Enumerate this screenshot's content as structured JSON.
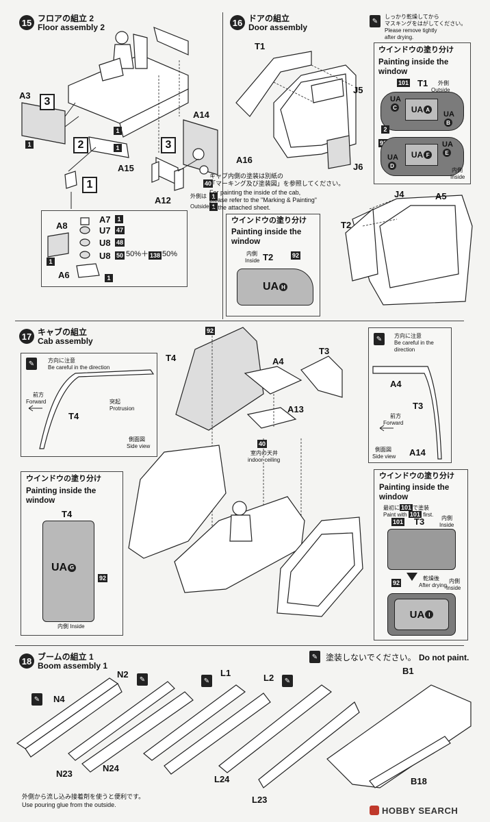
{
  "steps": {
    "s15": {
      "num": "15",
      "jp": "フロアの組立 2",
      "en": "Floor assembly 2"
    },
    "s16": {
      "num": "16",
      "jp": "ドアの組立",
      "en": "Door assembly"
    },
    "s17": {
      "num": "17",
      "jp": "キャブの組立",
      "en": "Cab assembly"
    },
    "s18": {
      "num": "18",
      "jp": "ブームの組立 1",
      "en": "Boom assembly 1"
    }
  },
  "floor": {
    "parts": {
      "a3": "A3",
      "a14": "A14",
      "a15": "A15",
      "a12": "A12"
    },
    "seq": [
      "3",
      "2",
      "1",
      "3"
    ],
    "color_1": "1",
    "color_40": "40",
    "outside_jp": "外側は",
    "outside_en": "Outside",
    "detail": {
      "a8": "A8",
      "a7": "A7",
      "u7": "U7",
      "u8a": "U8",
      "u8b": "U8",
      "a6": "A6",
      "c1": "1",
      "c47": "47",
      "c48": "48",
      "c50": "50",
      "pct1": "50%＋",
      "c138": "138",
      "pct2": "50%"
    }
  },
  "door": {
    "note_jp": "しっかり乾燥してから\nマスキングをはがしてください。",
    "note_en": "Please remove tightly\nafter drying.",
    "parts": {
      "t1": "T1",
      "j5": "J5",
      "a16": "A16",
      "j6": "J6",
      "j4": "J4",
      "a5": "A5",
      "t2": "T2"
    },
    "window1": {
      "title_jp": "ウインドウの塗り分け",
      "title_en": "Painting inside the\nwindow",
      "c101": "101",
      "t1": "T1",
      "outside_jp": "外側",
      "outside_en": "Outside",
      "c2": "2",
      "c92": "92",
      "ua_c": "UA",
      "ua_a": "UA",
      "ua_b": "UA",
      "ua_d": "UA",
      "ua_f": "UA",
      "ua_e": "UA",
      "circ_c": "C",
      "circ_a": "A",
      "circ_b": "B",
      "circ_d": "D",
      "circ_f": "F",
      "circ_e": "E",
      "inside_jp": "内側",
      "inside_en": "Inside"
    },
    "cab_note_jp": "キャブ内側の塗装は別紙の\n「マーキング及び塗装図」を参照してください。",
    "cab_note_en": "For painting the inside of the cab,\nplease refer to the \"Marking & Painting\"\non the attached sheet.",
    "window2": {
      "title_jp": "ウインドウの塗り分け",
      "title_en": "Painting inside the\nwindow",
      "inside_jp": "内側",
      "inside_en": "Inside",
      "t2": "T2",
      "c92": "92",
      "ua": "UA",
      "circ": "H"
    }
  },
  "cab": {
    "caution_jp": "方向に注意",
    "caution_en": "Be careful in the direction",
    "forward_jp": "前方",
    "forward_en": "Forward",
    "protrusion_jp": "突起",
    "protrusion_en": "Protrusion",
    "side_jp": "側面図",
    "side_en": "Side view",
    "t4_side": "T4",
    "parts": {
      "c92": "92",
      "t4": "T4",
      "a4": "A4",
      "t3": "T3",
      "a13": "A13",
      "c40": "40",
      "ceiling_jp": "室内の天井",
      "ceiling_en": "indoor ceiling"
    },
    "right_note": {
      "caution_jp": "方向に注意",
      "caution_en": "Be careful in the\ndirection",
      "a4": "A4",
      "t3": "T3",
      "forward_jp": "前方",
      "forward_en": "Forward",
      "side_jp": "側面図",
      "side_en": "Side view",
      "a14": "A14"
    },
    "window_g": {
      "title_jp": "ウインドウの塗り分け",
      "title_en": "Painting inside the\nwindow",
      "t4": "T4",
      "ua": "UA",
      "circ": "G",
      "c92": "92",
      "inside_jp": "内側",
      "inside_en": "Inside"
    },
    "window_i": {
      "title_jp": "ウインドウの塗り分け",
      "title_en": "Painting inside the\nwindow",
      "first_jp": "最初に",
      "first_c": "101",
      "first_jp2": "で塗装",
      "first_en": "Paint with",
      "first_en_c": "101",
      "first_en2": "first.",
      "c101": "101",
      "t3": "T3",
      "inside_jp": "内側",
      "inside_en": "Inside",
      "c92": "92",
      "after_jp": "乾燥後",
      "after_en": "After drying",
      "ua": "UA",
      "circ": "I"
    }
  },
  "boom": {
    "nopaint_jp": "塗装しないでください。",
    "nopaint_en": "Do not paint.",
    "parts": {
      "n4": "N4",
      "n2": "N2",
      "l1": "L1",
      "l2": "L2",
      "b1": "B1",
      "n23": "N23",
      "n24": "N24",
      "l24": "L24",
      "l23": "L23",
      "b18": "B18"
    },
    "glue_jp": "外側から流し込み接着剤を使うと便利です。",
    "glue_en": "Use pouring glue from the outside."
  },
  "watermark": {
    "brand": "HOBBY SEARCH"
  }
}
